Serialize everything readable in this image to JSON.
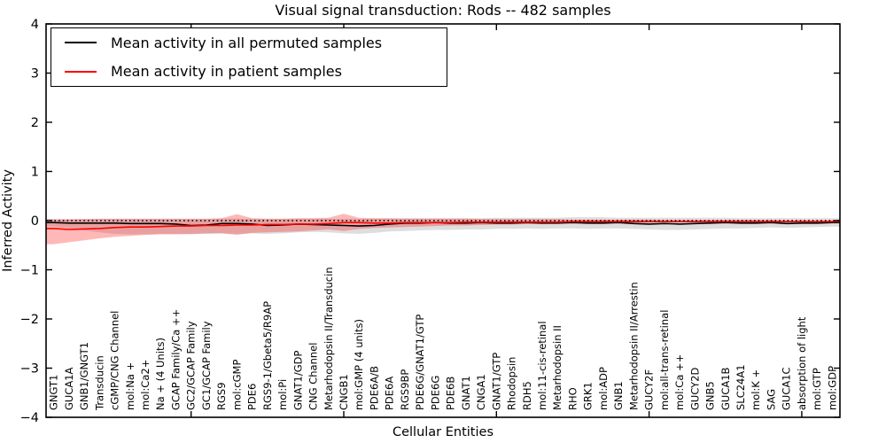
{
  "title": "Visual signal transduction: Rods -- 482 samples",
  "axes": {
    "xlabel": "Cellular Entities",
    "ylabel": "Inferred Activity"
  },
  "legend": {
    "items": [
      {
        "label": "Mean activity in all permuted samples",
        "color": "#000000"
      },
      {
        "label": "Mean activity in patient samples",
        "color": "#ff0000"
      }
    ]
  },
  "chart_data": {
    "type": "line",
    "title": "Visual signal transduction: Rods -- 482 samples",
    "xlabel": "Cellular Entities",
    "ylabel": "Inferred Activity",
    "ylim": [
      -4,
      4
    ],
    "yticks": [
      4,
      3,
      2,
      1,
      0,
      -1,
      -2,
      -3,
      -4
    ],
    "ytick_labels": [
      "4",
      "3",
      "2",
      "1",
      "0",
      "−1",
      "−2",
      "−3",
      "−4"
    ],
    "x_major_tick_every": 10,
    "grid": false,
    "legend_position": "upper left",
    "zero_line": {
      "style": "dotted",
      "color": "#000000",
      "y": 0
    },
    "categories": [
      "GNGT1",
      "GUCA1A",
      "GNB1/GNGT1",
      "Transducin",
      "cGMP/CNG Channel",
      "mol:Na +",
      "mol:Ca2+",
      "Na + (4 Units)",
      "GCAP Family/Ca ++",
      "GC2/GCAP Family",
      "GC1/GCAP Family",
      "RGS9",
      "mol:cGMP",
      "PDE6",
      "RGS9-1/Gbeta5/R9AP",
      "mol:Pi",
      "GNAT1/GDP",
      "CNG Channel",
      "Metarhodopsin II/Transducin",
      "CNGB1",
      "mol:GMP (4 units)",
      "PDE6A/B",
      "PDE6A",
      "RGS9BP",
      "PDE6G/GNAT1/GTP",
      "PDE6G",
      "PDE6B",
      "GNAT1",
      "CNGA1",
      "GNAT1/GTP",
      "Rhodopsin",
      "RDH5",
      "mol:11-cis-retinal",
      "Metarhodopsin II",
      "RHO",
      "GRK1",
      "mol:ADP",
      "GNB1",
      "Metarhodopsin II/Arrestin",
      "GUCY2F",
      "mol:all-trans-retinal",
      "mol:Ca ++",
      "GUCY2D",
      "GNB5",
      "GUCA1B",
      "SLC24A1",
      "mol:K +",
      "SAG",
      "GUCA1C",
      "absorption of light",
      "mol:GTP",
      "mol:GDP"
    ],
    "series": [
      {
        "name": "Mean activity in all permuted samples",
        "color": "#000000",
        "band_color": "rgba(0,0,0,0.13)",
        "values": [
          -0.04,
          -0.05,
          -0.05,
          -0.05,
          -0.05,
          -0.06,
          -0.06,
          -0.06,
          -0.07,
          -0.1,
          -0.09,
          -0.06,
          -0.06,
          -0.07,
          -0.1,
          -0.09,
          -0.07,
          -0.08,
          -0.09,
          -0.1,
          -0.11,
          -0.1,
          -0.07,
          -0.05,
          -0.05,
          -0.04,
          -0.05,
          -0.05,
          -0.04,
          -0.05,
          -0.05,
          -0.04,
          -0.05,
          -0.05,
          -0.04,
          -0.05,
          -0.05,
          -0.04,
          -0.06,
          -0.07,
          -0.06,
          -0.07,
          -0.06,
          -0.05,
          -0.04,
          -0.05,
          -0.05,
          -0.04,
          -0.06,
          -0.05,
          -0.05,
          -0.04
        ],
        "band_upper": [
          0.02,
          0.02,
          0.03,
          0.03,
          0.03,
          0.03,
          0.03,
          0.03,
          0.03,
          0.03,
          0.03,
          0.04,
          0.04,
          0.03,
          0.03,
          0.03,
          0.04,
          0.04,
          0.04,
          0.03,
          0.03,
          0.04,
          0.04,
          0.05,
          0.05,
          0.05,
          0.05,
          0.05,
          0.05,
          0.06,
          0.06,
          0.06,
          0.06,
          0.06,
          0.07,
          0.07,
          0.07,
          0.06,
          0.06,
          0.06,
          0.06,
          0.06,
          0.06,
          0.06,
          0.06,
          0.05,
          0.05,
          0.05,
          0.05,
          0.05,
          0.05,
          0.05
        ],
        "band_lower": [
          -0.12,
          -0.16,
          -0.2,
          -0.24,
          -0.27,
          -0.28,
          -0.28,
          -0.27,
          -0.27,
          -0.28,
          -0.27,
          -0.26,
          -0.27,
          -0.26,
          -0.27,
          -0.26,
          -0.24,
          -0.23,
          -0.24,
          -0.26,
          -0.27,
          -0.25,
          -0.22,
          -0.21,
          -0.2,
          -0.19,
          -0.19,
          -0.18,
          -0.18,
          -0.17,
          -0.17,
          -0.16,
          -0.17,
          -0.16,
          -0.16,
          -0.17,
          -0.16,
          -0.16,
          -0.17,
          -0.18,
          -0.19,
          -0.19,
          -0.18,
          -0.17,
          -0.16,
          -0.16,
          -0.15,
          -0.14,
          -0.15,
          -0.14,
          -0.13,
          -0.12
        ]
      },
      {
        "name": "Mean activity in patient samples",
        "color": "#ff0000",
        "band_color": "rgba(255,0,0,0.28)",
        "values": [
          -0.16,
          -0.18,
          -0.17,
          -0.16,
          -0.14,
          -0.13,
          -0.13,
          -0.12,
          -0.11,
          -0.11,
          -0.1,
          -0.1,
          -0.09,
          -0.09,
          -0.08,
          -0.08,
          -0.07,
          -0.07,
          -0.06,
          -0.04,
          -0.04,
          -0.05,
          -0.05,
          -0.04,
          -0.04,
          -0.04,
          -0.04,
          -0.03,
          -0.03,
          -0.03,
          -0.03,
          -0.03,
          -0.03,
          -0.03,
          -0.02,
          -0.02,
          -0.02,
          -0.02,
          -0.02,
          -0.02,
          -0.02,
          -0.02,
          -0.02,
          -0.02,
          -0.02,
          -0.02,
          -0.02,
          -0.02,
          -0.02,
          -0.02,
          -0.02,
          -0.02
        ],
        "band_upper": [
          0.03,
          0.03,
          0.03,
          0.04,
          0.04,
          0.04,
          0.04,
          0.04,
          0.04,
          0.04,
          0.04,
          0.05,
          0.13,
          0.05,
          0.04,
          0.04,
          0.05,
          0.05,
          0.06,
          0.14,
          0.06,
          0.05,
          0.05,
          0.04,
          0.04,
          0.04,
          0.04,
          0.04,
          0.03,
          0.03,
          0.03,
          0.03,
          0.03,
          0.03,
          0.02,
          0.02,
          0.02,
          0.02,
          0.02,
          0.02,
          0.01,
          0.01,
          0.01,
          0.01,
          0.01,
          0.01,
          0.01,
          0.01,
          0.0,
          0.0,
          0.0,
          0.0
        ],
        "band_lower": [
          -0.48,
          -0.44,
          -0.4,
          -0.36,
          -0.33,
          -0.31,
          -0.29,
          -0.28,
          -0.28,
          -0.27,
          -0.26,
          -0.26,
          -0.29,
          -0.25,
          -0.24,
          -0.23,
          -0.22,
          -0.2,
          -0.18,
          -0.21,
          -0.17,
          -0.15,
          -0.14,
          -0.13,
          -0.12,
          -0.11,
          -0.1,
          -0.1,
          -0.09,
          -0.08,
          -0.08,
          -0.07,
          -0.07,
          -0.06,
          -0.06,
          -0.05,
          -0.05,
          -0.04,
          -0.04,
          -0.04,
          -0.03,
          -0.03,
          -0.03,
          -0.03,
          -0.03,
          -0.02,
          -0.02,
          -0.02,
          -0.02,
          -0.02,
          -0.02,
          -0.02
        ]
      }
    ]
  }
}
